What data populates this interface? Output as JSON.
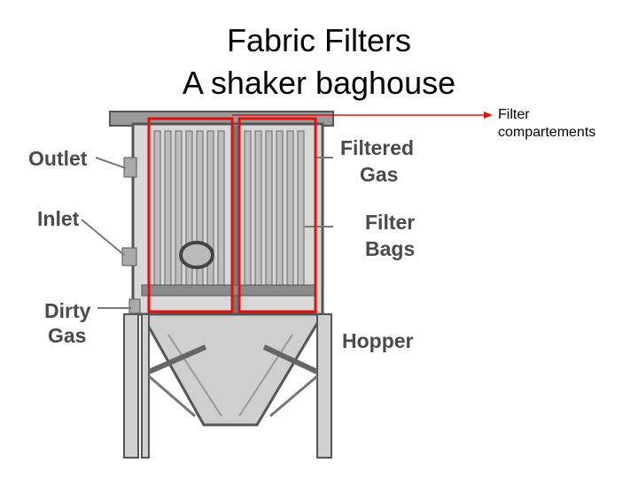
{
  "title": {
    "line1": "Fabric Filters",
    "line2": "A shaker baghouse"
  },
  "labels": {
    "outlet": "Outlet",
    "inlet": "Inlet",
    "dirty_line1": "Dirty",
    "dirty_line2": "Gas",
    "filtered_line1": "Filtered",
    "filtered_line2": "Gas",
    "bags_line1": "Filter",
    "bags_line2": "Bags",
    "hopper": "Hopper"
  },
  "annotation": {
    "line1": "Filter",
    "line2": "compartements"
  },
  "colors": {
    "highlight": "#e01010",
    "structure": "#6a6a6a",
    "bag": "#b8b8b8"
  }
}
